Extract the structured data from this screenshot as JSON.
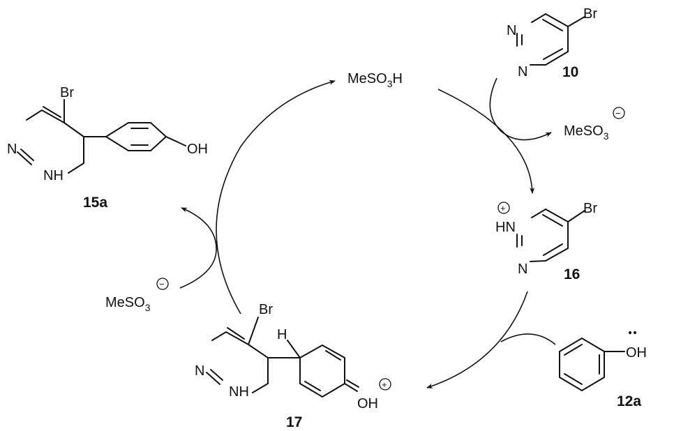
{
  "reagents": {
    "acid": {
      "main": "MeSO",
      "sub": "3",
      "tail": "H"
    },
    "anion_right": {
      "main": "MeSO",
      "sub": "3"
    },
    "anion_left": {
      "main": "MeSO",
      "sub": "3"
    },
    "minus_sign": "−",
    "plus_sign": "+"
  },
  "compounds": {
    "c10": {
      "number": "10",
      "atoms": {
        "n_top": "N",
        "n_bottom": "N",
        "br": "Br"
      }
    },
    "c16": {
      "number": "16",
      "atoms": {
        "hn": "HN",
        "n_bottom": "N",
        "br": "Br"
      }
    },
    "c12a": {
      "number": "12a",
      "atoms": {
        "oh": "OH"
      }
    },
    "c17": {
      "number": "17",
      "atoms": {
        "br": "Br",
        "n": "N",
        "nh": "NH",
        "h": "H",
        "oh": "OH"
      }
    },
    "c15a": {
      "number": "15a",
      "atoms": {
        "br": "Br",
        "n": "N",
        "nh": "NH",
        "oh": "OH"
      }
    }
  }
}
